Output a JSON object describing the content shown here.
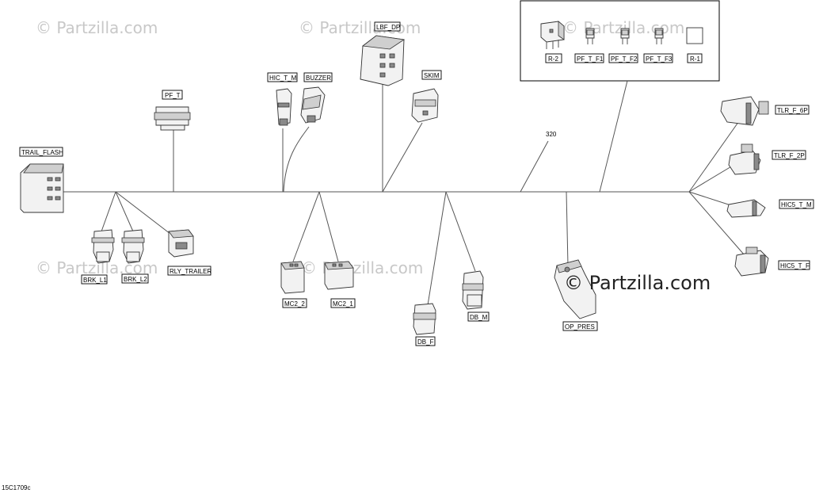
{
  "watermark": "© Partzilla.com",
  "watermark_large": "© Partzilla.com",
  "reference_code": "15C1709c",
  "harness_number": "320",
  "connectors": {
    "trail_flash": "TRAIL_FLASH",
    "pf_t": "PF_T",
    "hic_t_m": "HIC_T_M",
    "buzzer": "BUZZER",
    "lbf_dp": "LBF_DP",
    "skim": "SKIM",
    "brk_l1": "BRK_L1",
    "brk_l2": "BRK_L2",
    "rly_trailer": "RLY_TRAILER",
    "mc2_2": "MC2_2",
    "mc2_1": "MC2_1",
    "db_f": "DB_F",
    "db_m": "DB_M",
    "op_pres": "OP_PRES",
    "tlr_f_6p": "TLR_F_6P",
    "tlr_f_2p": "TLR_F_2P",
    "hic5_t_m": "HIC5_T_M",
    "hic5_t_f": "HIC5_T_F"
  },
  "inset": {
    "r_2": "R-2",
    "pf_t_f1": "PF_T_F1",
    "pf_t_f2": "PF_T_F2",
    "pf_t_f3": "PF_T_F3",
    "r_1": "R-1"
  }
}
